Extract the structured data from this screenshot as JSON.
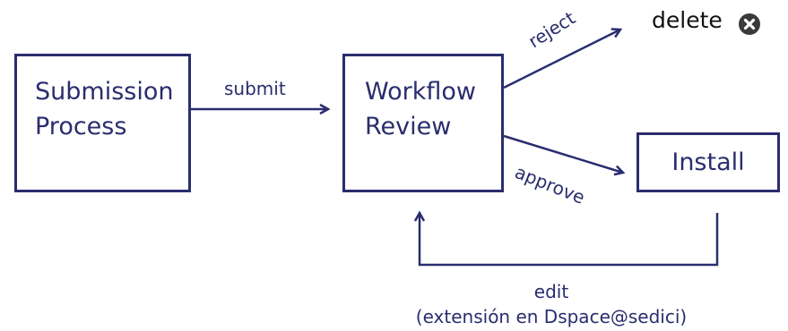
{
  "nodes": {
    "submission": "Submission\nProcess",
    "workflow": "Workflow\nReview",
    "install": "Install"
  },
  "edges": {
    "submit": "submit",
    "reject": "reject",
    "approve": "approve",
    "edit_line1": "edit",
    "edit_line2": "(extensión en Dspace@sedici)"
  },
  "terminal": {
    "delete": "delete",
    "icon": "close-circle-icon"
  },
  "colors": {
    "stroke": "#2a2d6e",
    "icon": "#3a3a3a"
  }
}
